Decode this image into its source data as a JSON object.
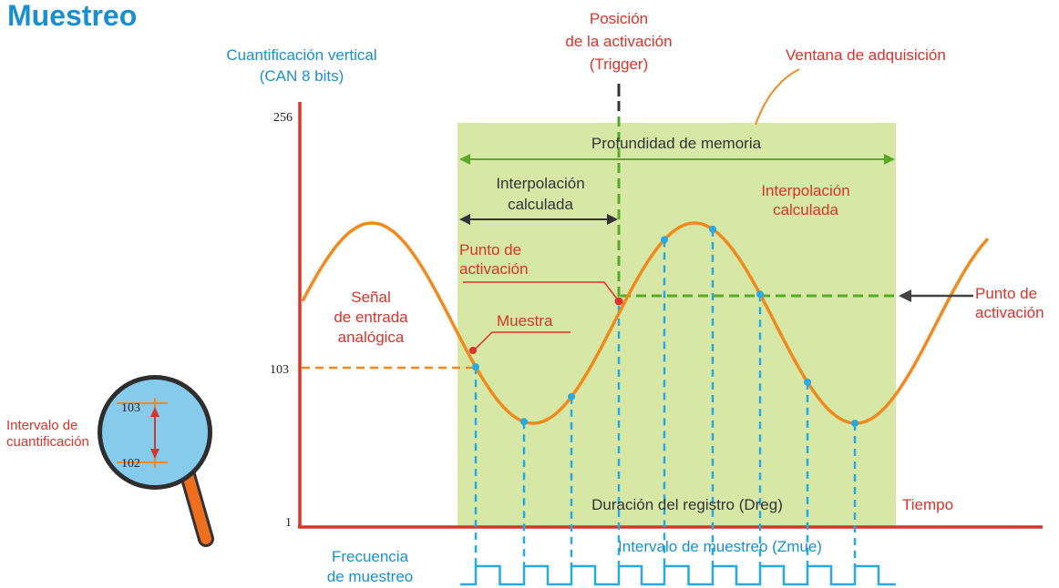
{
  "title": "Muestreo",
  "y_axis_label_line1": "Cuantificación vertical",
  "y_axis_label_line2": "(CAN 8 bits)",
  "tick_256": "256",
  "tick_103": "103",
  "tick_1": "1",
  "trigger_position": [
    "Posición",
    "de la activación",
    "(Trigger)"
  ],
  "acquisition_window": "Ventana de adquisición",
  "memory_depth": "Profundidad de memoria",
  "interp_left": [
    "Interpolación",
    "calculada"
  ],
  "interp_right": [
    "Interpolación",
    "calculada"
  ],
  "trigger_point_inner": [
    "Punto de",
    "activación"
  ],
  "trigger_point_outer": [
    "Punto de",
    "activación"
  ],
  "analog_input": [
    "Señal",
    "de entrada",
    "analógica"
  ],
  "sample": "Muestra",
  "record_duration": "Duración del registro (Dreg)",
  "time": "Tiempo",
  "sample_interval": "Intervalo de muestreo (Zmue)",
  "sampling_frequency": [
    "Frecuencia",
    "de muestreo"
  ],
  "magnifier": {
    "label": [
      "Intervalo de",
      "cuantificación"
    ],
    "upper": "103",
    "lower": "102"
  },
  "colors": {
    "title": "#1a8fd0",
    "blue_text": "#1a8fd0",
    "red_text": "#d9342b",
    "axis": "#d9342b",
    "signal": "#f08a1f",
    "window": "#d7e8a6",
    "green": "#5aa82a",
    "sample_line": "#29a9e1",
    "dark": "#333333"
  }
}
